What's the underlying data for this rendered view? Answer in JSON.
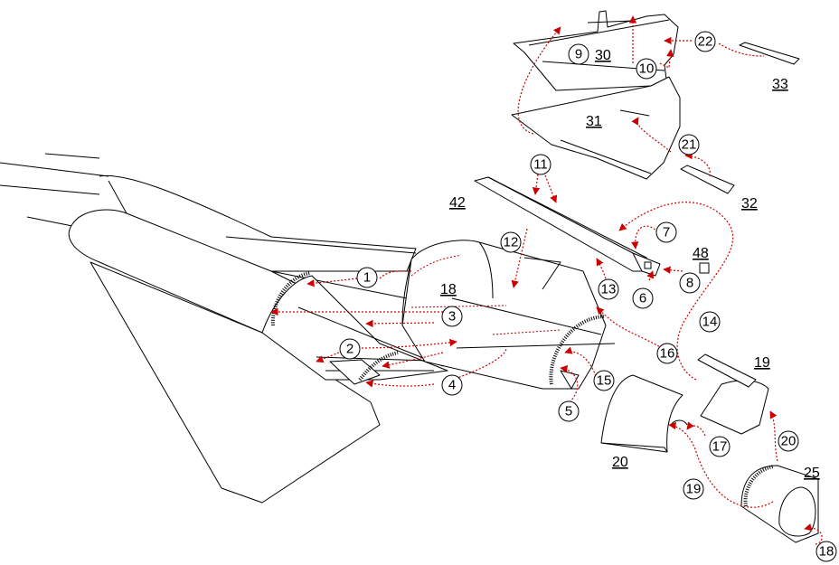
{
  "step_numbers": [
    "1",
    "2",
    "3",
    "4",
    "5",
    "6",
    "7",
    "8",
    "9",
    "10",
    "11",
    "12",
    "13",
    "14",
    "15",
    "16",
    "17",
    "18",
    "19",
    "20",
    "21",
    "22"
  ],
  "part_labels": [
    "30",
    "33",
    "31",
    "32",
    "42",
    "48",
    "18",
    "19",
    "20",
    "25"
  ],
  "colors": {
    "line": "#000000",
    "arrow": "#cc0000",
    "background": "#ffffff"
  }
}
